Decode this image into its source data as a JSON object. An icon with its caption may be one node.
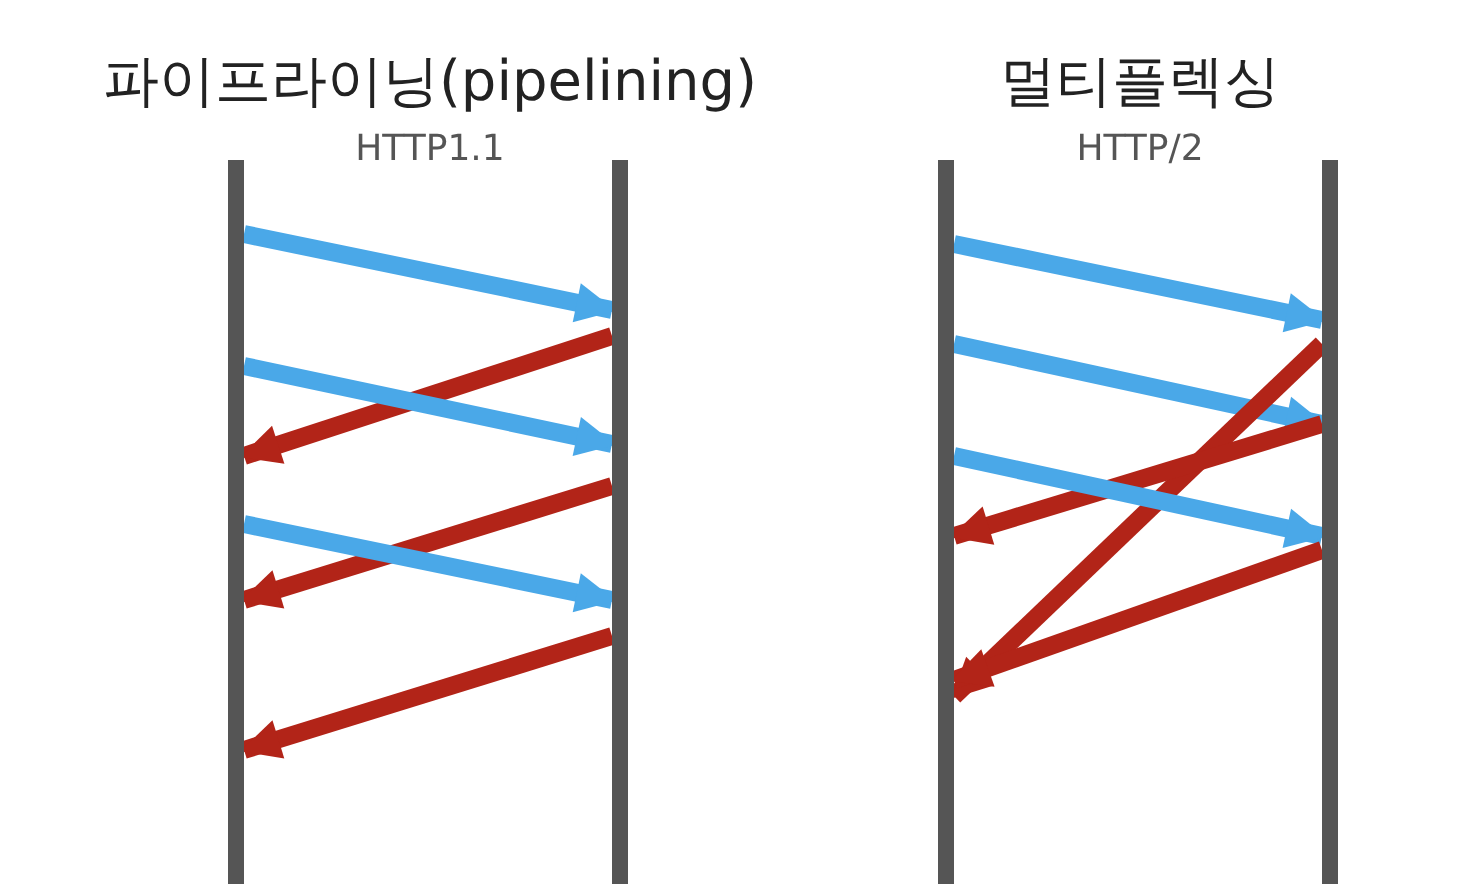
{
  "diagram": {
    "nodes": [
      {
        "text": [],
        "shape": "bar"
      },
      {
        "text": [],
        "shape": "bar"
      },
      {
        "text": [],
        "shape": "bar"
      },
      {
        "text": [],
        "shape": "bar"
      }
    ],
    "edges": [
      {
        "from": 0,
        "to": 1,
        "arrow": "to",
        "color": "#4aa8e8"
      },
      {
        "from": 1,
        "to": 0,
        "arrow": "to",
        "color": "#b22418"
      },
      {
        "from": 0,
        "to": 1,
        "arrow": "to",
        "color": "#4aa8e8"
      },
      {
        "from": 1,
        "to": 0,
        "arrow": "to",
        "color": "#b22418"
      },
      {
        "from": 0,
        "to": 1,
        "arrow": "to",
        "color": "#4aa8e8"
      },
      {
        "from": 1,
        "to": 0,
        "arrow": "to",
        "color": "#b22418"
      },
      {
        "from": 2,
        "to": 3,
        "arrow": "to",
        "color": "#4aa8e8"
      },
      {
        "from": 2,
        "to": 3,
        "arrow": "to",
        "color": "#4aa8e8"
      },
      {
        "from": 3,
        "to": 2,
        "arrow": "to",
        "color": "#b22418"
      },
      {
        "from": 3,
        "to": 2,
        "arrow": "to",
        "color": "#b22418"
      },
      {
        "from": 2,
        "to": 3,
        "arrow": "to",
        "color": "#4aa8e8"
      },
      {
        "from": 3,
        "to": 2,
        "arrow": "to",
        "color": "#b22418"
      }
    ],
    "labels": [
      "파이프라이닝(pipelining)",
      "멀티플렉싱",
      "HTTP1.1",
      "HTTP/2"
    ]
  }
}
